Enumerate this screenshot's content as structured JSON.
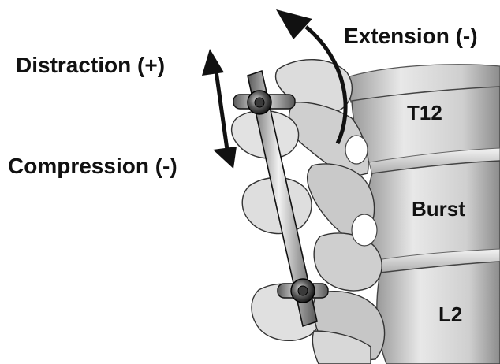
{
  "labels": {
    "distraction": "Distraction (+)",
    "compression": "Compression (-)",
    "extension": "Extension (-)",
    "t12": "T12",
    "burst": "Burst",
    "l2": "L2"
  },
  "colors": {
    "ink": "#111111",
    "bone_light": "#e6e6e6",
    "bone_mid": "#b9b9b9",
    "bone_dark": "#6e6e6e",
    "rod": "#d0d0d0",
    "screw_head": "#4a4a4a"
  }
}
